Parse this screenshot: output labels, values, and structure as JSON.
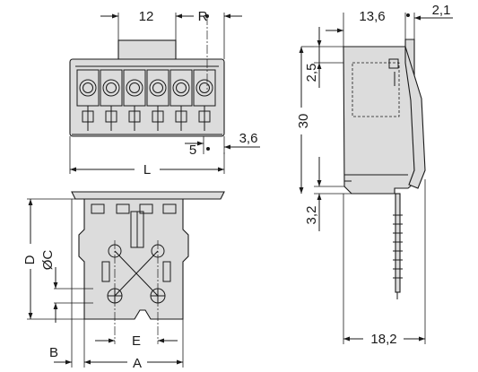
{
  "dims": {
    "front_top_pitch": "12",
    "front_top_r": "R",
    "front_bottom_pitch": "5",
    "front_bottom_offset": "3,6",
    "front_length": "L",
    "side_top_width": "13,6",
    "side_top_right": "2,1",
    "side_upper_height": "2,5",
    "side_height": "30",
    "side_lower_height": "3,2",
    "side_bottom_width": "18,2",
    "bottom_d": "D",
    "bottom_c": "ØC",
    "bottom_e": "E",
    "bottom_b": "B",
    "bottom_a": "A"
  },
  "colors": {
    "body": "#dcdcdc",
    "line": "#1a1a1a"
  }
}
